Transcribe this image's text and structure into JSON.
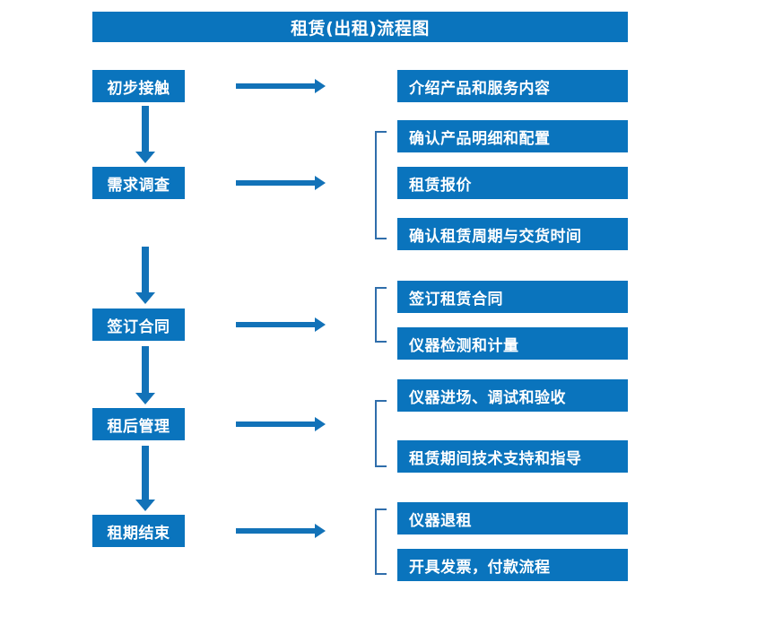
{
  "diagram": {
    "title": "租赁(出租)流程图",
    "accent_color": "#0a74bd",
    "arrow_color": "#1272b8",
    "bracket_color": "#2f6eab",
    "text_color": "#ffffff",
    "background_color": "#ffffff",
    "stages": [
      {
        "label": "初步接触",
        "details": [
          "介绍产品和服务内容"
        ],
        "bracketed": false
      },
      {
        "label": "需求调查",
        "details": [
          "确认产品明细和配置",
          "租赁报价",
          "确认租赁周期与交货时间"
        ],
        "bracketed": true
      },
      {
        "label": "签订合同",
        "details": [
          "签订租赁合同",
          "仪器检测和计量"
        ],
        "bracketed": true
      },
      {
        "label": "租后管理",
        "details": [
          "仪器进场、调试和验收",
          "租赁期间技术支持和指导"
        ],
        "bracketed": true
      },
      {
        "label": "租期结束",
        "details": [
          "仪器退租",
          "开具发票，付款流程"
        ],
        "bracketed": true
      }
    ]
  }
}
